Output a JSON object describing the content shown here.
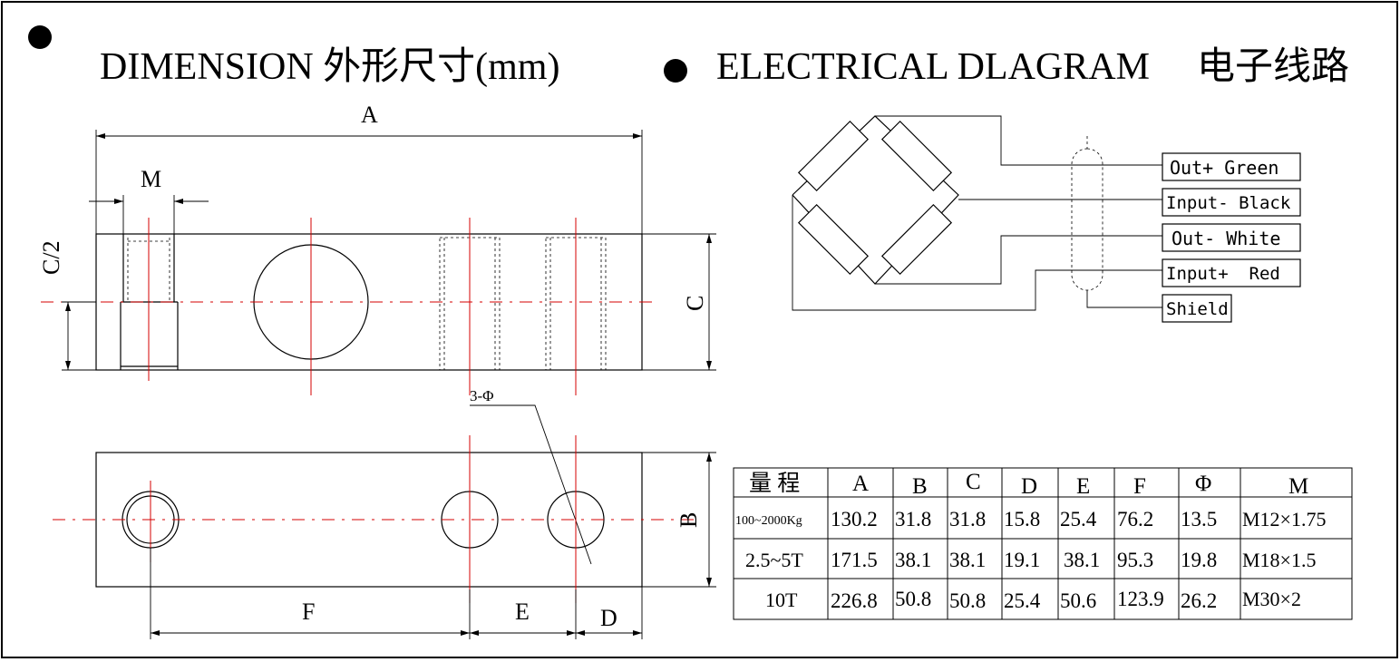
{
  "headings": {
    "dimension": "DIMENSION 外形尺寸(mm)",
    "electrical": "ELECTRICAL DLAGRAM",
    "electrical_cn": "电子线路"
  },
  "dimension_labels": {
    "A": "A",
    "M": "M",
    "C_half": "C/2",
    "C": "C",
    "hole_note": "3-Φ",
    "B": "B",
    "F": "F",
    "E": "E",
    "D": "D"
  },
  "wiring": {
    "out_plus": "Out+ Green",
    "input_minus": "Input- Black",
    "out_minus": "Out- White",
    "input_plus": "Input+  Red",
    "shield": "Shield"
  },
  "table": {
    "headers": [
      "量 程",
      "A",
      "B",
      "C",
      "D",
      "E",
      "F",
      "Φ",
      "M"
    ],
    "rows": [
      [
        "100~2000Kg",
        "130.2",
        "31.8",
        "31.8",
        "15.8",
        "25.4",
        "76.2",
        "13.5",
        "M12×1.75"
      ],
      [
        "2.5~5T",
        "171.5",
        "38.1",
        "38.1",
        "19.1",
        "38.1",
        "95.3",
        "19.8",
        "M18×1.5"
      ],
      [
        "10T",
        "226.8",
        "50.8",
        "50.8",
        "25.4",
        "50.6",
        "123.9",
        "26.2",
        "M30×2"
      ]
    ]
  },
  "colors": {
    "line": "#000000",
    "centerline": "#d40000",
    "background": "#ffffff"
  }
}
